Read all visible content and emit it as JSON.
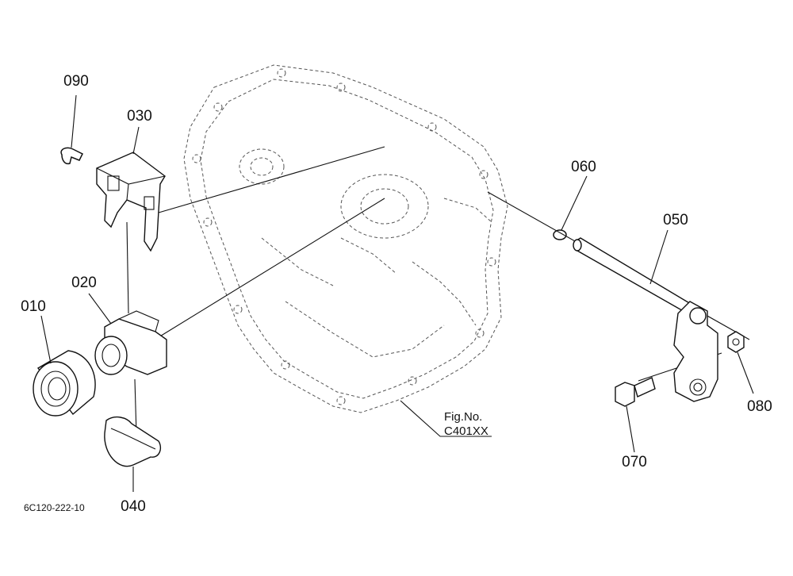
{
  "drawing_number": "6C120-222-10",
  "figure_reference": {
    "line1": "Fig.No.",
    "line2": "C401XX"
  },
  "parts": [
    {
      "id": "010",
      "label": "010"
    },
    {
      "id": "020",
      "label": "020"
    },
    {
      "id": "030",
      "label": "030"
    },
    {
      "id": "040",
      "label": "040"
    },
    {
      "id": "050",
      "label": "050"
    },
    {
      "id": "060",
      "label": "060"
    },
    {
      "id": "070",
      "label": "070"
    },
    {
      "id": "080",
      "label": "080"
    },
    {
      "id": "090",
      "label": "090"
    }
  ]
}
